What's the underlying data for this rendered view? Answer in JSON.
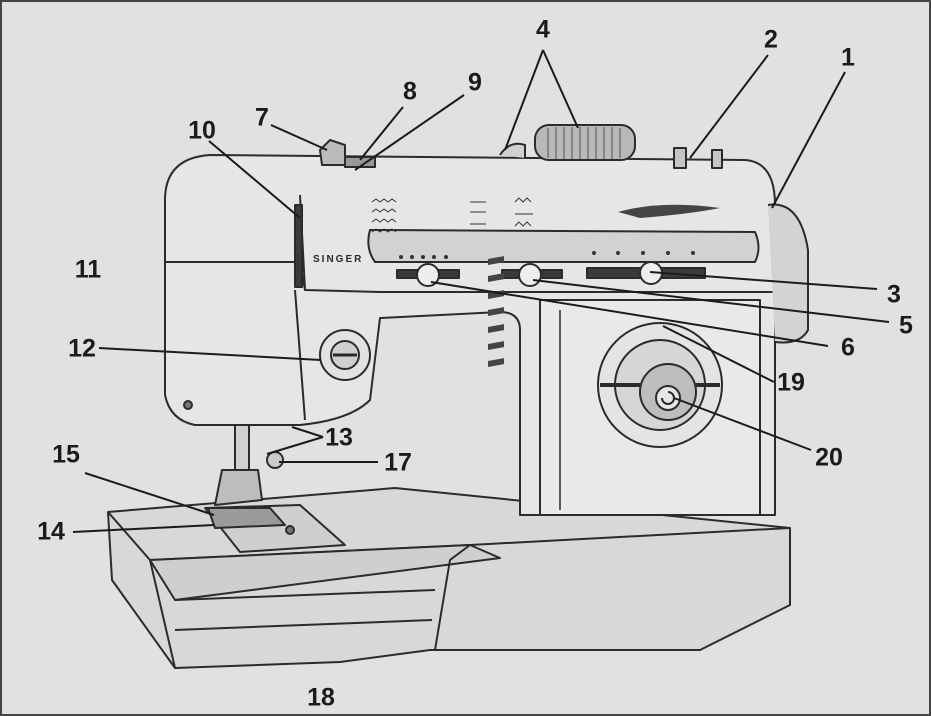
{
  "diagram": {
    "brand_label": "SINGER",
    "callouts": [
      "1",
      "2",
      "3",
      "4",
      "5",
      "6",
      "7",
      "8",
      "9",
      "10",
      "11",
      "12",
      "13",
      "14",
      "15",
      "17",
      "18",
      "19",
      "20"
    ]
  }
}
